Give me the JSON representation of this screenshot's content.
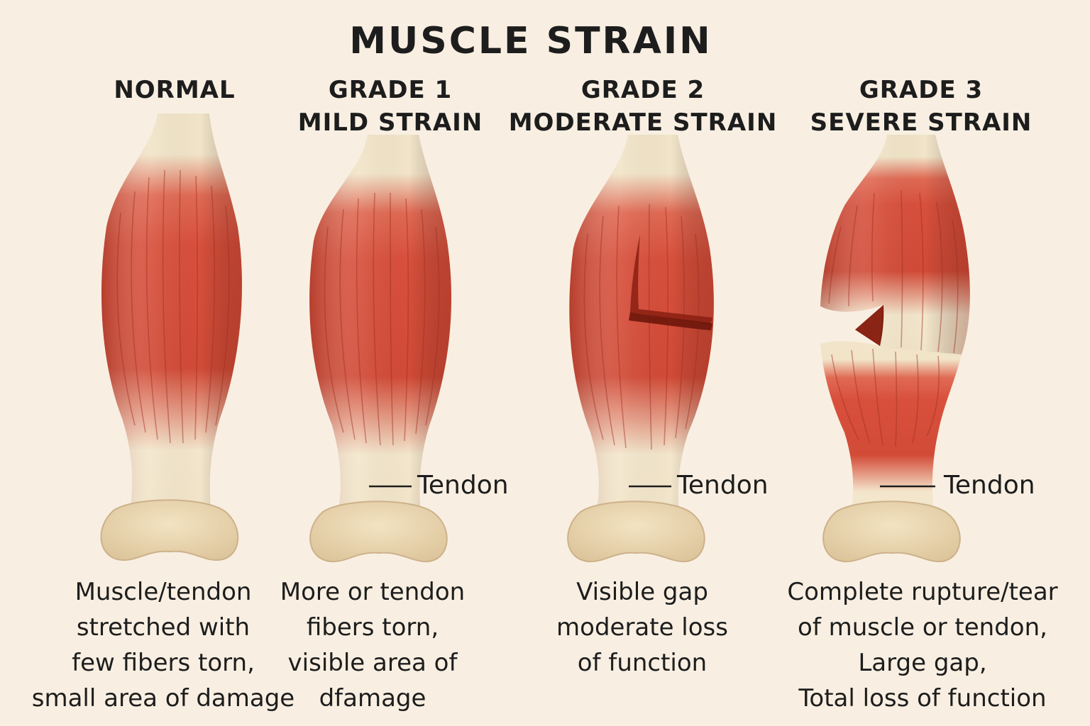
{
  "title": "MUSCLE STRAIN",
  "colors": {
    "background": "#f8efe2",
    "muscle": "#d8503c",
    "muscle_dark": "#b53a2a",
    "tendon": "#f1e4c8",
    "bone": "#ead7b2",
    "text": "#1d1d1d"
  },
  "columns": [
    {
      "heading_line1": "NORMAL",
      "heading_line2": "",
      "tendon_label": "",
      "desc": [
        "Muscle/tendon",
        "stretched with",
        "few fibers torn,",
        "small area of damage"
      ]
    },
    {
      "heading_line1": "GRADE 1",
      "heading_line2": "MILD STRAIN",
      "tendon_label": "Tendon",
      "desc": [
        "More or tendon",
        "fibers torn,",
        "visible area of",
        "dfamage"
      ]
    },
    {
      "heading_line1": "GRADE 2",
      "heading_line2": "MODERATE STRAIN",
      "tendon_label": "Tendon",
      "desc": [
        "Visible gap",
        "moderate loss",
        "of function"
      ]
    },
    {
      "heading_line1": "GRADE 3",
      "heading_line2": "SEVERE STRAIN",
      "tendon_label": "Tendon",
      "desc": [
        "Complete rupture/tear",
        "of muscle or tendon,",
        "Large gap,",
        "Total loss of function"
      ]
    }
  ]
}
